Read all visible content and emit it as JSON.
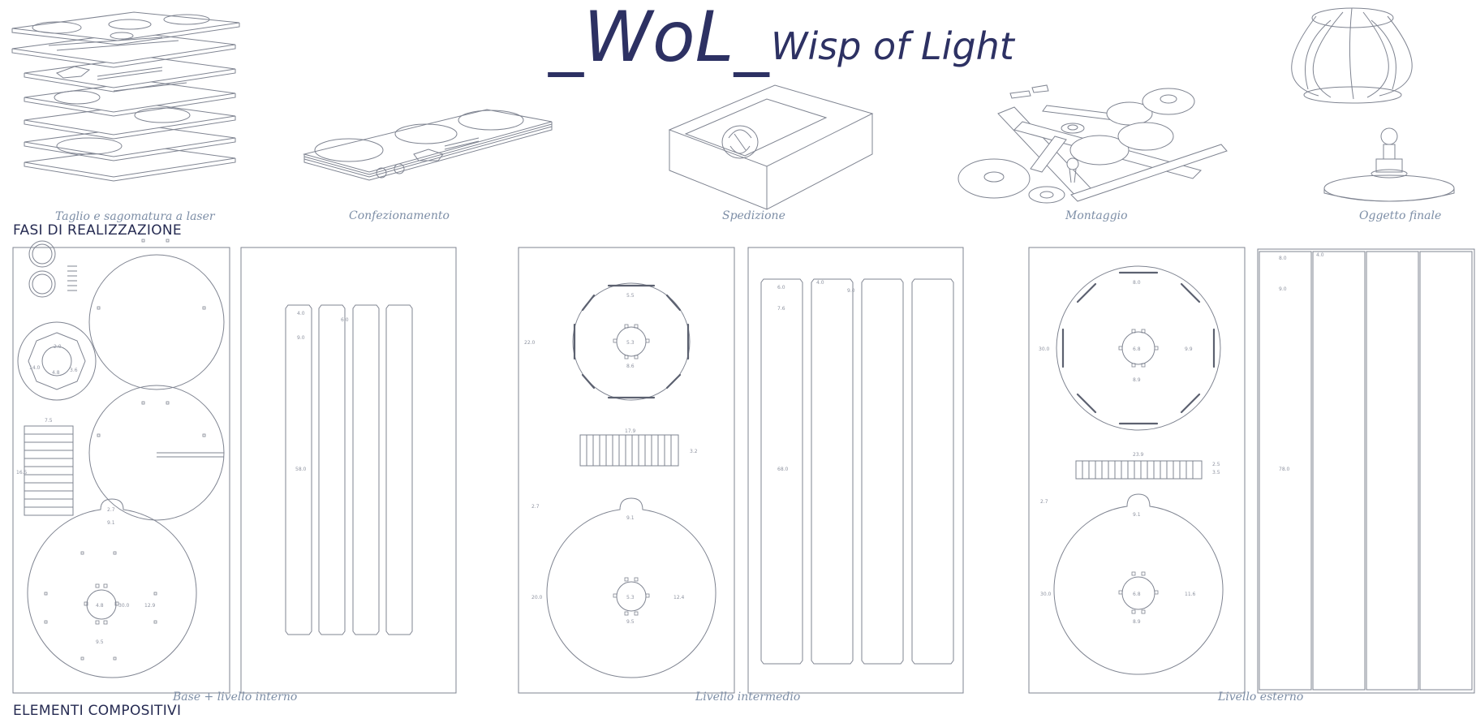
{
  "title": {
    "logo": "_WoL_",
    "subtitle": "Wisp of Light"
  },
  "colors": {
    "line": "#7f8491",
    "ink": "#2d3163",
    "caption": "#7d8ea6"
  },
  "phases": {
    "heading": "FASI DI REALIZZAZIONE",
    "steps": [
      {
        "label": "Taglio e sagomatura a laser"
      },
      {
        "label": "Confezionamento"
      },
      {
        "label": "Spedizione"
      },
      {
        "label": "Montaggio"
      },
      {
        "label": "Oggetto finale"
      }
    ]
  },
  "elements": {
    "heading": "ELEMENTI COMPOSITIVI",
    "groups": [
      {
        "label": "Base + livello interno"
      },
      {
        "label": "Livello intermedio"
      },
      {
        "label": "Livello esterno"
      }
    ]
  },
  "dimensions": {
    "base": {
      "ring_a": "14.0",
      "ring_b": "4.8",
      "ring_c": "3.6",
      "ring_d": "2.0",
      "fins_w": "7.5",
      "fins_h": "16.5",
      "dish_a": "4.8",
      "dish_b": "30.0",
      "dish_c": "12.9",
      "dish_d": "9.5",
      "dish_e": "2.7",
      "dish_f": "9.1"
    },
    "inner_strips": {
      "a": "4.0",
      "b": "6.0",
      "c": "9.0",
      "length": "58.0"
    },
    "mid": {
      "ring_a": "5.5",
      "ring_b": "5.3",
      "ring_c": "8.6",
      "ring_d": "22.0",
      "fins_w": "17.9",
      "fins_h": "3.2",
      "dish_a": "9.1",
      "dish_b": "5.3",
      "dish_c": "12.4",
      "dish_d": "9.5",
      "dish_e": "20.0",
      "dish_f": "2.7"
    },
    "mid_strips": {
      "a": "6.0",
      "b": "7.6",
      "c": "4.0",
      "d": "9.0",
      "length": "68.0"
    },
    "outer": {
      "ring_a": "8.0",
      "ring_b": "6.8",
      "ring_c": "9.9",
      "ring_d": "8.9",
      "ring_e": "30.0",
      "fins_w": "23.9",
      "fins_h": "3.5",
      "fins_i": "2.5",
      "dish_a": "9.1",
      "dish_b": "6.8",
      "dish_c": "11.6",
      "dish_d": "8.9",
      "dish_e": "30.0",
      "dish_f": "2.7"
    },
    "outer_strips": {
      "a": "8.0",
      "b": "9.0",
      "c": "4.0",
      "length": "78.0"
    }
  }
}
